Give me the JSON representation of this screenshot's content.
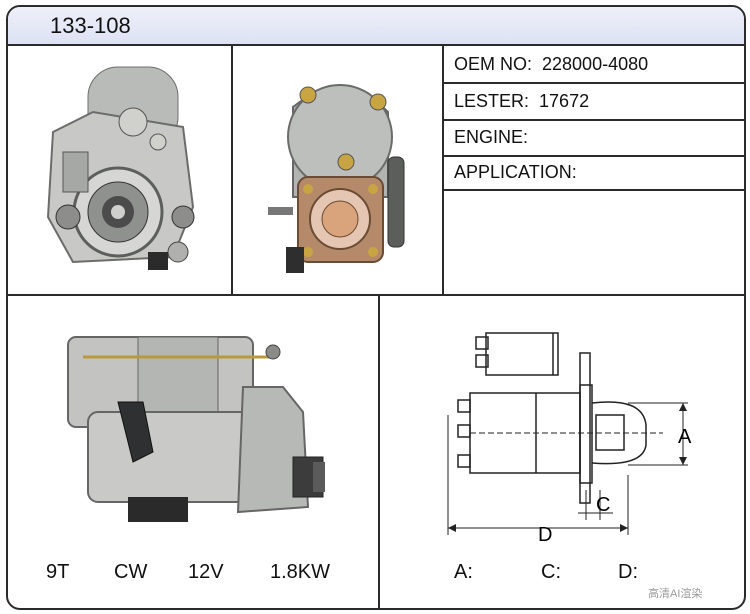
{
  "part_number": "133-108",
  "specs": {
    "oem_label": "OEM NO:",
    "oem_value": "228000-4080",
    "lester_label": "LESTER:",
    "lester_value": "17672",
    "engine_label": "ENGINE:",
    "application_label": "APPLICATION:"
  },
  "footer": {
    "teeth": "9T",
    "rotation": "CW",
    "voltage": "12V",
    "power": "1.8KW"
  },
  "dims": {
    "a_label": "A:",
    "c_label": "C:",
    "d_label": "D:",
    "a_letter": "A",
    "c_letter": "C",
    "d_letter": "D"
  },
  "watermark": "高清AI渲染"
}
